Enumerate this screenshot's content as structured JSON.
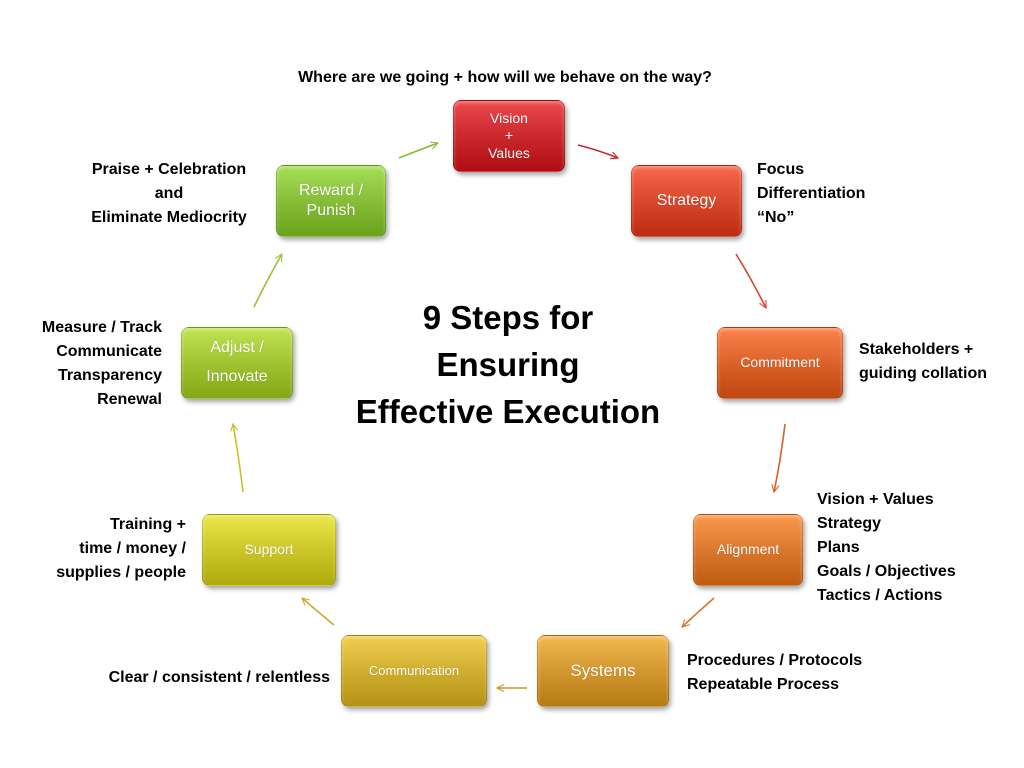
{
  "title": "9 Steps for\nEnsuring\nEffective Execution",
  "question": "Where are we going + how will we behave on the way?",
  "steps": [
    {
      "id": "vision",
      "label": "Vision\n+\nValues",
      "color": "#c8262a"
    },
    {
      "id": "strategy",
      "label": "Strategy",
      "color": "#d6452a"
    },
    {
      "id": "commitment",
      "label": "Commitment",
      "color": "#d95f29"
    },
    {
      "id": "alignment",
      "label": "Alignment",
      "color": "#d8752a"
    },
    {
      "id": "systems",
      "label": "Systems",
      "color": "#d0942c"
    },
    {
      "id": "communication",
      "label": "Communication",
      "color": "#cdab2c"
    },
    {
      "id": "support",
      "label": "Support",
      "color": "#c8c327"
    },
    {
      "id": "adjust",
      "label": "Adjust  /\nInnovate",
      "color": "#9dc02f"
    },
    {
      "id": "reward",
      "label": "Reward /\nPunish",
      "color": "#84bb35"
    }
  ],
  "notes": {
    "strategy": "Focus\nDifferentiation\n“No”",
    "commitment": "Stakeholders +\nguiding collation",
    "alignment": "Vision + Values\nStrategy\nPlans\nGoals / Objectives\nTactics / Actions",
    "systems": "Procedures / Protocols\nRepeatable Process",
    "communication": "Clear / consistent / relentless",
    "support": "Training +\ntime / money /\nsupplies / people",
    "adjust": "Measure / Track\nCommunicate\nTransparency\nRenewal",
    "reward": "Praise + Celebration\nand\nEliminate Mediocrity"
  }
}
